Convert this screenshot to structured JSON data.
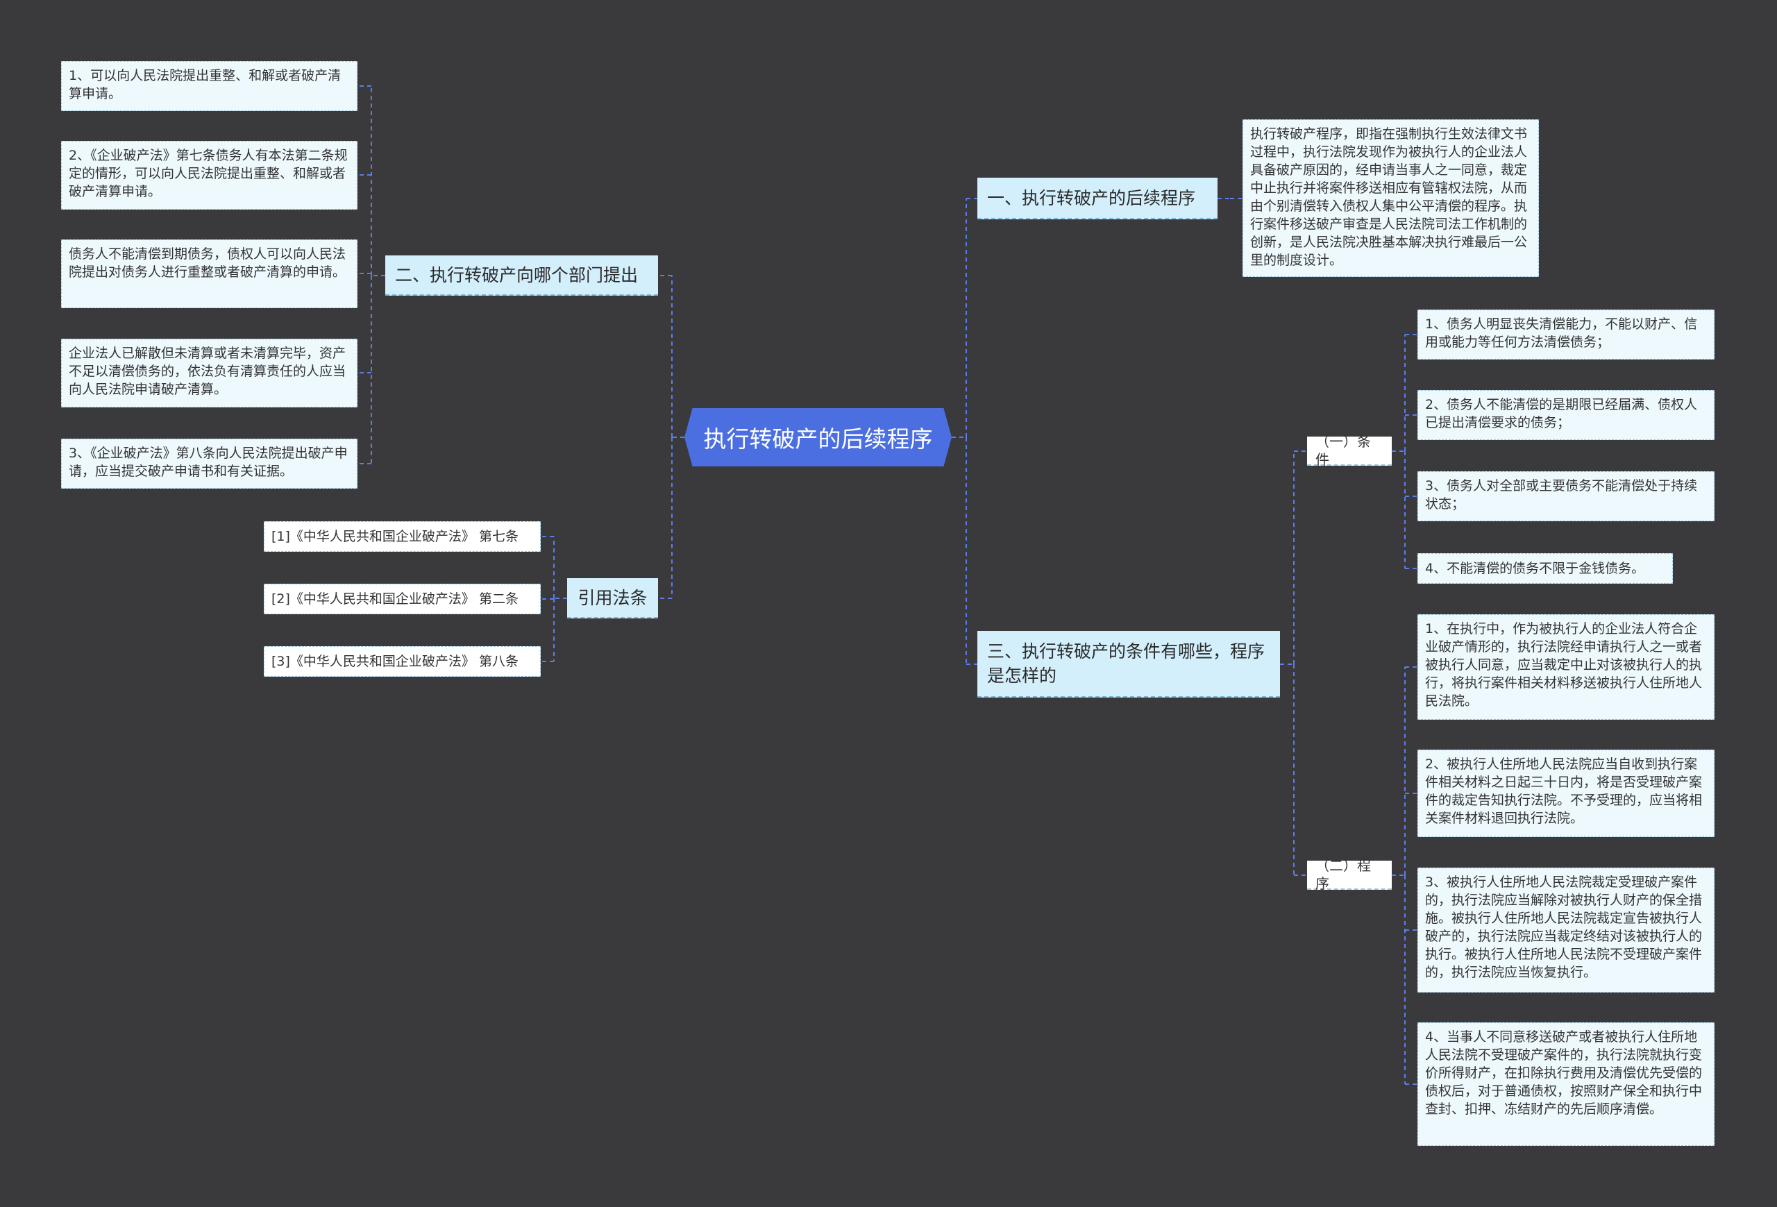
{
  "root": {
    "label": "执行转破产的后续程序"
  },
  "branches": {
    "b1": {
      "label": "一、执行转破产的后续程序",
      "leaf": "执行转破产程序，即指在强制执行生效法律文书过程中，执行法院发现作为被执行人的企业法人具备破产原因的，经申请当事人之一同意，裁定中止执行并将案件移送相应有管辖权法院，从而由个别清偿转入债权人集中公平清偿的程序。执行案件移送破产审查是人民法院司法工作机制的创新，是人民法院决胜基本解决执行难最后一公里的制度设计。"
    },
    "b2": {
      "label": "二、执行转破产向哪个部门提出",
      "leaves": [
        "1、可以向人民法院提出重整、和解或者破产清算申请。",
        "2、《企业破产法》第七条债务人有本法第二条规定的情形，可以向人民法院提出重整、和解或者破产清算申请。",
        "债务人不能清偿到期债务，债权人可以向人民法院提出对债务人进行重整或者破产清算的申请。",
        "企业法人已解散但未清算或者未清算完毕，资产不足以清偿债务的，依法负有清算责任的人应当向人民法院申请破产清算。",
        "3、《企业破产法》第八条向人民法院提出破产申请，应当提交破产申请书和有关证据。"
      ]
    },
    "b3": {
      "label": "引用法条",
      "leaves": [
        "[1]《中华人民共和国企业破产法》 第七条",
        "[2]《中华人民共和国企业破产法》 第二条",
        "[3]《中华人民共和国企业破产法》 第八条"
      ]
    },
    "b4": {
      "label": "三、执行转破产的条件有哪些，程序是怎样的",
      "conditions": {
        "label": "（一）条件",
        "leaves": [
          "1、债务人明显丧失清偿能力，不能以财产、信用或能力等任何方法清偿债务；",
          "2、债务人不能清偿的是期限已经届满、债权人已提出清偿要求的债务；",
          "3、债务人对全部或主要债务不能清偿处于持续状态；",
          "4、不能清偿的债务不限于金钱债务。"
        ]
      },
      "procedure": {
        "label": "（二）程序",
        "leaves": [
          "1、在执行中，作为被执行人的企业法人符合企业破产情形的，执行法院经申请执行人之一或者被执行人同意，应当裁定中止对该被执行人的执行，将执行案件相关材料移送被执行人住所地人民法院。",
          "2、被执行人住所地人民法院应当自收到执行案件相关材料之日起三十日内，将是否受理破产案件的裁定告知执行法院。不予受理的，应当将相关案件材料退回执行法院。",
          "3、被执行人住所地人民法院裁定受理破产案件的，执行法院应当解除对被执行人财产的保全措施。被执行人住所地人民法院裁定宣告被执行人破产的，执行法院应当裁定终结对该被执行人的执行。被执行人住所地人民法院不受理破产案件的，执行法院应当恢复执行。",
          "4、当事人不同意移送破产或者被执行人住所地人民法院不受理破产案件的，执行法院就执行变价所得财产，在扣除执行费用及清偿优先受偿的债权后，对于普通债权，按照财产保全和执行中查封、扣押、冻结财产的先后顺序清偿。"
        ]
      }
    }
  },
  "colors": {
    "background": "#3a393c",
    "root": "#4b6ee0",
    "branch": "#d3effc",
    "leaf": "#eef9fe",
    "connector": "#5b7de8"
  }
}
